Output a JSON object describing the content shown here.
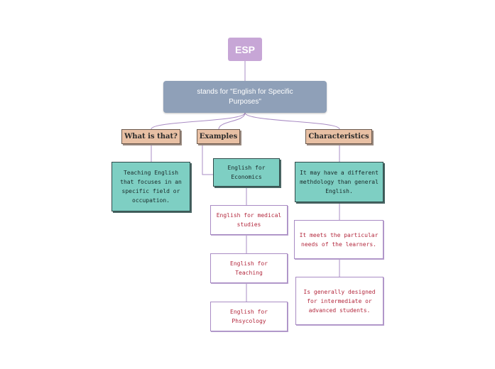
{
  "root": {
    "label": "ESP"
  },
  "definition": {
    "text": "stands for \"English for Specific Purposes\""
  },
  "categories": [
    {
      "label": "What is that?"
    },
    {
      "label": "Examples"
    },
    {
      "label": "Characteristics"
    }
  ],
  "what": {
    "text": "Teaching English that focuses in an specific field or occupation."
  },
  "examples": [
    {
      "text": "English for Economics"
    },
    {
      "text": "English for medical studies"
    },
    {
      "text": "English for Teaching"
    },
    {
      "text": "English for Phsycology"
    }
  ],
  "characteristics": [
    {
      "text": "It may have a different methdology than general English."
    },
    {
      "text": "It meets the particular needs of the learners."
    },
    {
      "text": "Is generally designed for intermediate or advanced students."
    }
  ],
  "colors": {
    "root": "#c7a6d6",
    "definition": "#8fa0b8",
    "category": "#e8c0a4",
    "teal_node": "#7ecfc3",
    "connector": "#a98cc4",
    "red_text": "#b3283d"
  }
}
